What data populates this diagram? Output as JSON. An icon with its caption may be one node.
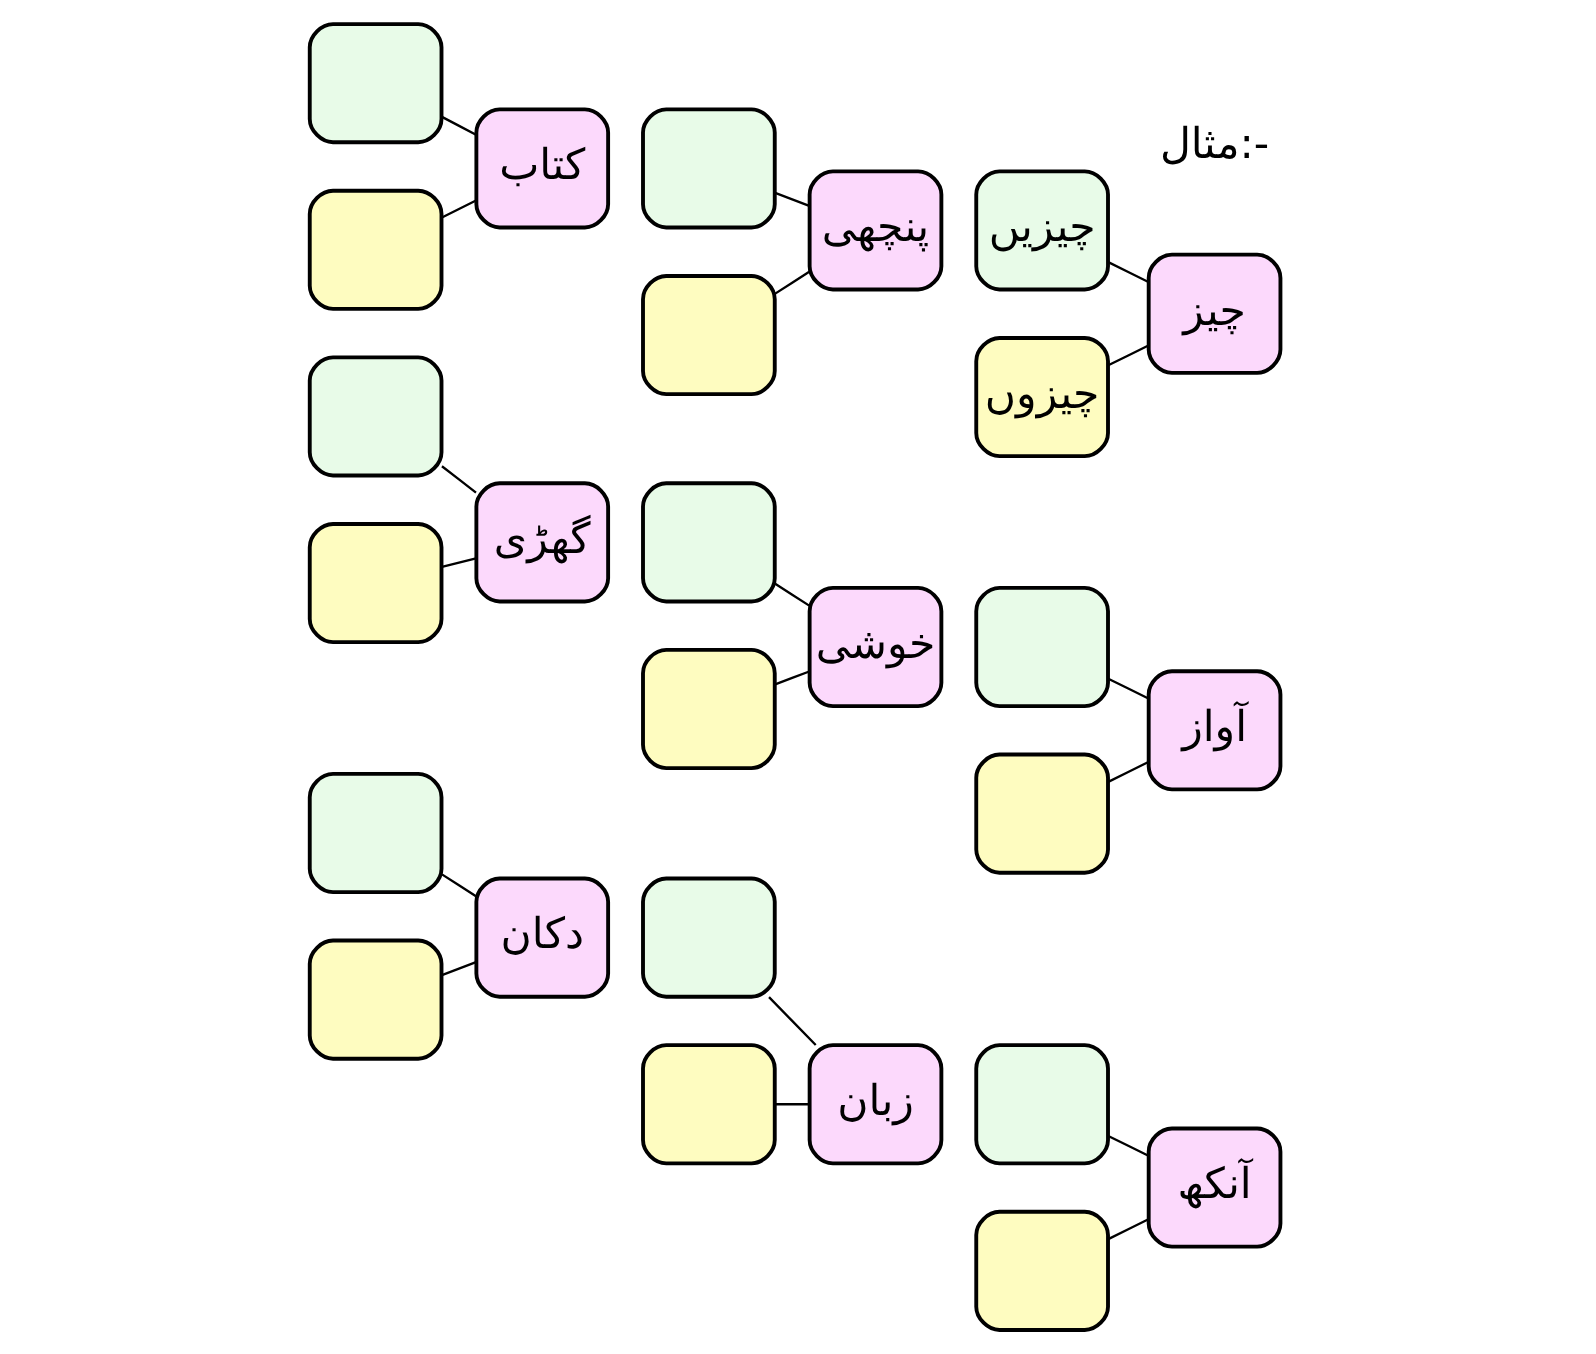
{
  "diagram": {
    "nodes": [
      {
        "text": [
          "چیزیں"
        ]
      },
      {
        "text": [
          "چیز"
        ]
      },
      {
        "text": [
          "چیزوں"
        ]
      },
      {
        "text": [],
        "shape": "box"
      },
      {
        "text": [
          "پنچھی"
        ]
      },
      {
        "text": [],
        "shape": "box"
      },
      {
        "text": [],
        "shape": "box"
      },
      {
        "text": [
          "کتاب"
        ]
      },
      {
        "text": [],
        "shape": "box"
      },
      {
        "text": [],
        "shape": "box"
      },
      {
        "text": [
          "آواز"
        ]
      },
      {
        "text": [],
        "shape": "box"
      },
      {
        "text": [],
        "shape": "box"
      },
      {
        "text": [
          "خوشی"
        ]
      },
      {
        "text": [],
        "shape": "box"
      },
      {
        "text": [],
        "shape": "box"
      },
      {
        "text": [
          "گھڑی"
        ]
      },
      {
        "text": [],
        "shape": "box"
      },
      {
        "text": [],
        "shape": "box"
      },
      {
        "text": [
          "آنکھ"
        ]
      },
      {
        "text": [],
        "shape": "box"
      },
      {
        "text": [],
        "shape": "box"
      },
      {
        "text": [
          "زبان"
        ]
      },
      {
        "text": [],
        "shape": "box"
      },
      {
        "text": [],
        "shape": "box"
      },
      {
        "text": [
          "دکان"
        ]
      },
      {
        "text": [],
        "shape": "box"
      }
    ],
    "edges": [
      {
        "from": 1,
        "to": 0,
        "arrow": "none"
      },
      {
        "from": 1,
        "to": 2,
        "arrow": "none"
      },
      {
        "from": 4,
        "to": 3,
        "arrow": "none"
      },
      {
        "from": 4,
        "to": 5,
        "arrow": "none"
      },
      {
        "from": 7,
        "to": 6,
        "arrow": "none"
      },
      {
        "from": 7,
        "to": 8,
        "arrow": "none"
      },
      {
        "from": 10,
        "to": 9,
        "arrow": "none"
      },
      {
        "from": 10,
        "to": 11,
        "arrow": "none"
      },
      {
        "from": 13,
        "to": 12,
        "arrow": "none"
      },
      {
        "from": 13,
        "to": 14,
        "arrow": "none"
      },
      {
        "from": 16,
        "to": 15,
        "arrow": "none"
      },
      {
        "from": 16,
        "to": 17,
        "arrow": "none"
      },
      {
        "from": 19,
        "to": 18,
        "arrow": "none"
      },
      {
        "from": 19,
        "to": 20,
        "arrow": "none"
      },
      {
        "from": 22,
        "to": 21,
        "arrow": "none"
      },
      {
        "from": 22,
        "to": 23,
        "arrow": "none"
      },
      {
        "from": 25,
        "to": 24,
        "arrow": "none"
      },
      {
        "from": 25,
        "to": 26,
        "arrow": "none"
      }
    ],
    "labels": [
      "مثال:-"
    ]
  }
}
